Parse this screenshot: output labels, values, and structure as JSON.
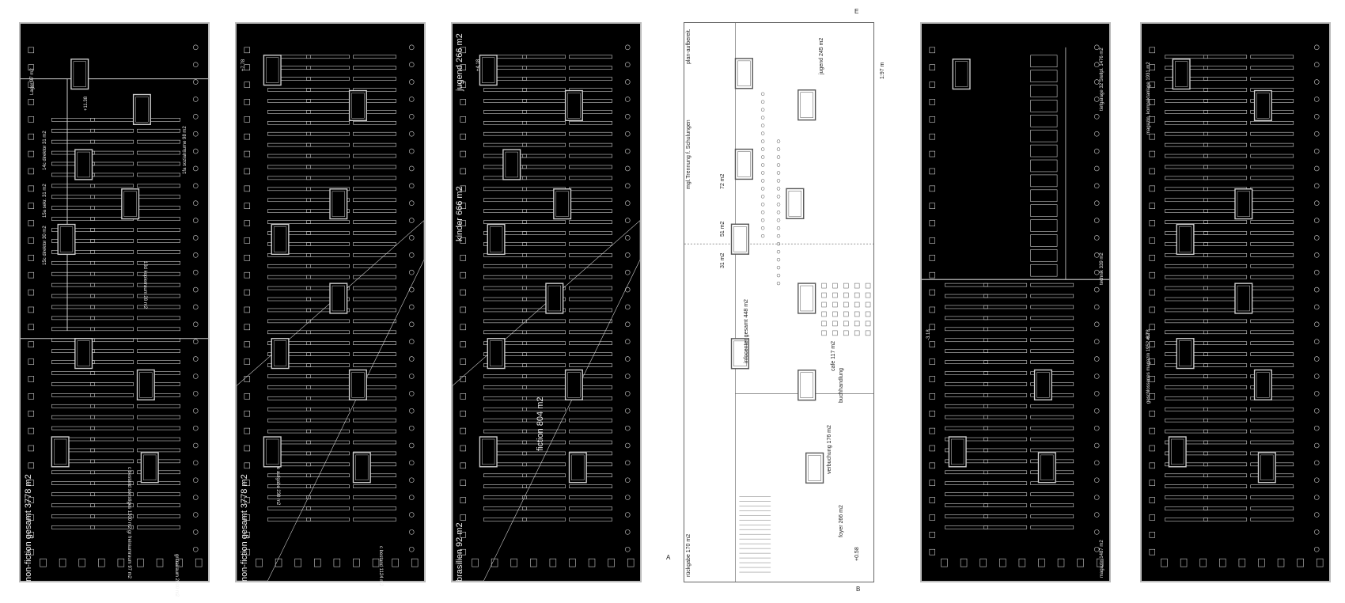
{
  "title": "Library floor plans",
  "scale_text": "1:97 m",
  "section_marks": {
    "a": "A",
    "b": "B",
    "e": "E"
  },
  "panels": [
    {
      "id": "p1",
      "theme": "dark",
      "labels": {
        "main": "non-fiction gesamt 3778 m2",
        "lager": "Lager 97 m2",
        "buero1": "14c direktor 31 m2",
        "buero2": "15a sekr. 31 m2",
        "buero3": "15c direktor 30 m2",
        "bes": "1fa sozialräume 98 m2",
        "kop": "13d kopierraum 28 m2",
        "cd": "c bestand sonstiges 1300 m2",
        "gr": "gr freiraumraum 97 m2",
        "main2": "gr freiraum 2600 m2",
        "kot": "+11.38"
      }
    },
    {
      "id": "p2",
      "theme": "dark",
      "labels": {
        "main": "non-fiction gesamt 3778 m2",
        "c": "c bestand 1124 m2",
        "e": "e aufgabe 230 m2",
        "kot": "+7.78"
      }
    },
    {
      "id": "p3",
      "theme": "dark",
      "labels": {
        "jugend": "jugend 266 m2",
        "kinder": "kinder 666 m2",
        "fiction": "fiction 804 m2",
        "brasil": "brasilien 92 m2",
        "kot": "+4.18"
      }
    },
    {
      "id": "p4",
      "theme": "light",
      "labels": {
        "jugend": "jugend 245 m2",
        "plan": "plan-aufbereit.",
        "trenn": "mgl.Trennung f. Schulungen",
        "m72": "72 m2",
        "m51": "51 m2",
        "m31": "31 m2",
        "info": "infocenter gesamt 448 m2",
        "cafe": "cafe 117 m2",
        "buch": "buchhandlung",
        "foyer": "foyer 266 m2",
        "verbuch": "verbuchung 176 m2",
        "ruck": "rückgabe 170 m2",
        "kot": "+0.58"
      }
    },
    {
      "id": "p5",
      "theme": "dark",
      "labels": {
        "tief": "tiefgarage 32 Stellpl. 1476 m2",
        "tech": "technik 339 m2",
        "mag": "magazin 1487 m2",
        "kot": "-3.18"
      }
    },
    {
      "id": "p6",
      "theme": "dark",
      "labels": {
        "mag": "magazin, kompaktanlage 1931 m2",
        "gesch": "geschlossenes magazin 1952 m2",
        "kot": "-6.78"
      }
    }
  ],
  "colors": {
    "bg": "#000000",
    "line": "#cfcfcf",
    "light_line": "#555555"
  }
}
